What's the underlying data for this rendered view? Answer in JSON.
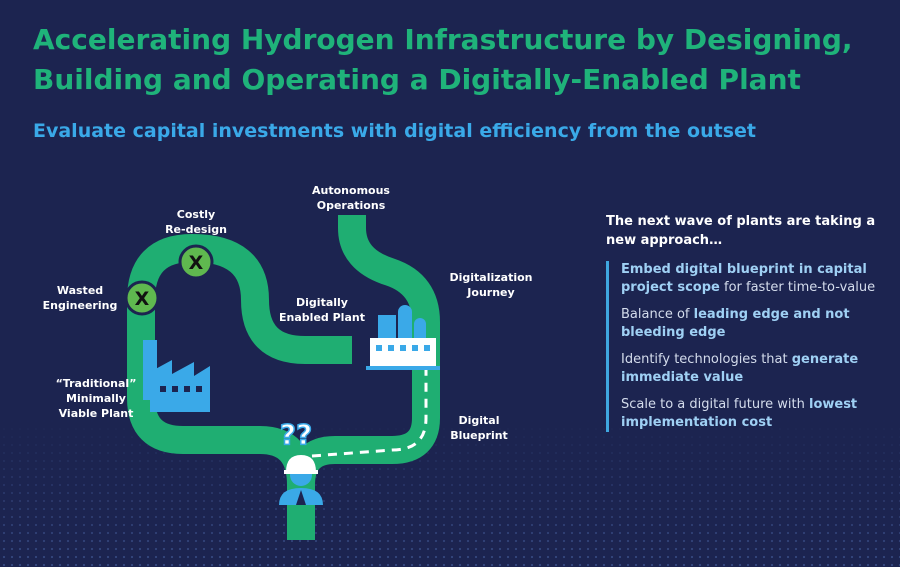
{
  "header": {
    "title_line1": "Accelerating Hydrogen Infrastructure by Designing,",
    "title_line2": "Building and Operating a Digitally-Enabled Plant",
    "subtitle": "Evaluate capital investments with digital efficiency from the outset"
  },
  "diagram": {
    "labels": {
      "autonomous_operations": [
        "Autonomous",
        "Operations"
      ],
      "costly_redesign": [
        "Costly",
        "Re-design"
      ],
      "wasted_engineering": [
        "Wasted",
        "Engineering"
      ],
      "digitally_enabled_plant": [
        "Digitally",
        "Enabled Plant"
      ],
      "digitalization_journey": [
        "Digitalization",
        "Journey"
      ],
      "traditional_plant": [
        "“Traditional”",
        "Minimally",
        "Viable Plant"
      ],
      "digital_blueprint": [
        "Digital",
        "Blueprint"
      ]
    },
    "markers": [
      "X",
      "X"
    ],
    "question_marks": "??"
  },
  "panel": {
    "heading": "The next wave of plants are taking a new approach…",
    "items": [
      {
        "strong": "Embed digital blueprint in capital project scope",
        "rest": " for faster time-to-value"
      },
      {
        "lead": "Balance of ",
        "strong": "leading edge and not bleeding edge"
      },
      {
        "lead": "Identify technologies that ",
        "strong": "generate immediate value"
      },
      {
        "lead": "Scale to a digital future with ",
        "strong": "lowest implementation cost"
      }
    ]
  },
  "colors": {
    "background": "#1c2450",
    "path_green": "#1fae72",
    "title_green": "#1fb37a",
    "subtitle_blue": "#3aa9e8",
    "icon_blue": "#3aa9e8"
  },
  "icons": [
    "factory-icon",
    "refinery-icon",
    "engineer-icon",
    "x-marker-icon"
  ]
}
